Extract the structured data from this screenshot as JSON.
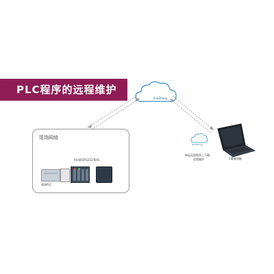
{
  "banner": {
    "title": "PLC程序的远程维护"
  },
  "cloud": {
    "label": "SanZhang"
  },
  "site": {
    "title": "现场网络",
    "port_label": "RS485/RS232/RJ45",
    "plc_caption": "现场PLC"
  },
  "remote": {
    "cloud_label": "SanZhang",
    "pc_caption": "带云远程程序上下载，远程维护",
    "laptop_caption": "下载者电脑"
  },
  "colors": {
    "banner_bg": "#8e1d55",
    "cloud_stroke": "#3a90c8",
    "link_line": "#9a9a9a"
  }
}
